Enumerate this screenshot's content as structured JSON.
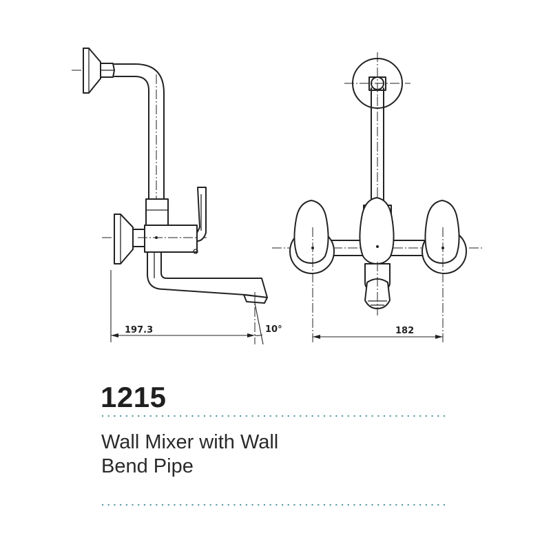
{
  "model_number": "1215",
  "description_lines": [
    "Wall Mixer with Wall",
    "Bend Pipe"
  ],
  "dimensions": {
    "spout_reach": "197.3",
    "spout_angle": "10°",
    "inlet_spacing": "182"
  },
  "colors": {
    "line": "#222222",
    "dotted_divider": "#5b9aa3",
    "background": "#ffffff"
  }
}
